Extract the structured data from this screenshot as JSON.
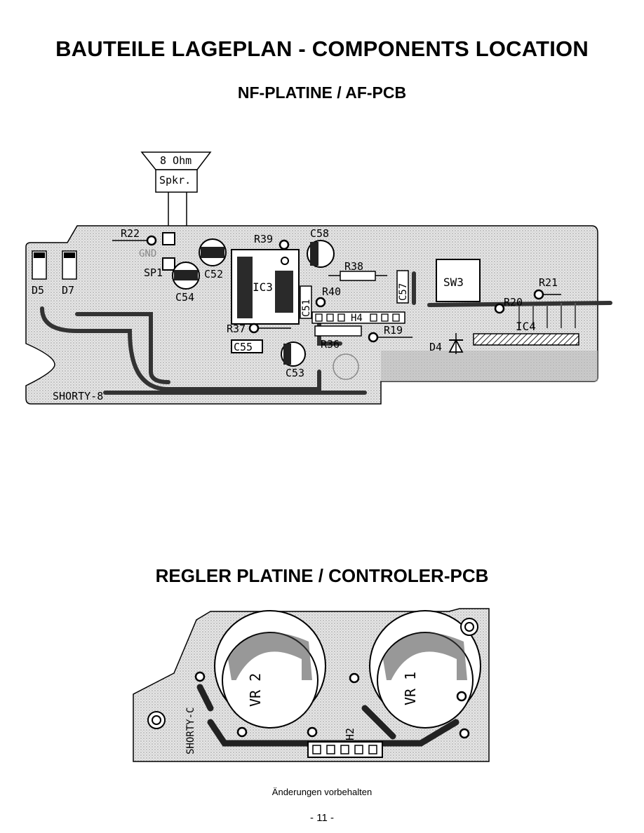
{
  "page": {
    "title": "BAUTEILE LAGEPLAN - COMPONENTS LOCATION",
    "footer_note": "Änderungen vorbehalten",
    "page_number": "- 11 -"
  },
  "af_pcb": {
    "title": "NF-PLATINE / AF-PCB",
    "speaker": {
      "impedance": "8 Ohm",
      "label": "Spkr."
    },
    "board_label": "SHORTY-8",
    "components": {
      "r22": "R22",
      "gnd": "GND",
      "sp1": "SP1",
      "c52": "C52",
      "c54": "C54",
      "r39": "R39",
      "c58": "C58",
      "ic3": "IC3",
      "c51": "C51",
      "r38": "R38",
      "c57": "C57",
      "sw3": "SW3",
      "r21": "R21",
      "r20": "R20",
      "r40": "R40",
      "h4": "H4",
      "r37": "R37",
      "c55": "C55",
      "c53": "C53",
      "r36": "R36",
      "r19": "R19",
      "d4": "D4",
      "ic4": "IC4",
      "d5": "D5",
      "d7": "D7"
    }
  },
  "ctrl_pcb": {
    "title": "REGLER PLATINE / CONTROLER-PCB",
    "board_label": "SHORTY-C",
    "components": {
      "vr2": "VR 2",
      "vr1": "VR 1",
      "h2": "H2"
    }
  }
}
